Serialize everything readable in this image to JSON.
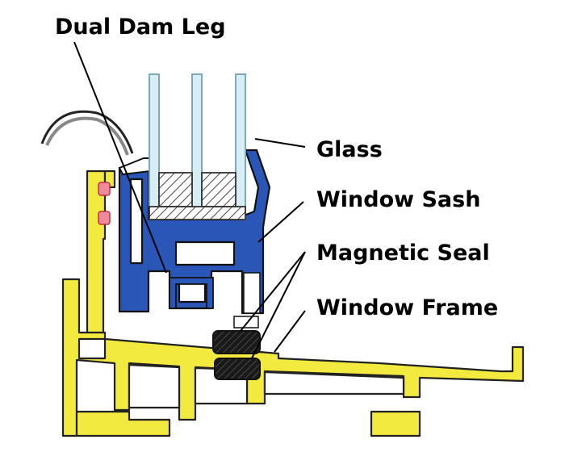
{
  "labels": {
    "dual_dam_leg": "Dual Dam Leg",
    "glass": "Glass",
    "window_sash": "Window Sash",
    "magnetic_seal": "Magnetic Seal",
    "window_frame": "Window Frame"
  },
  "colors": {
    "frame": "#f2ea3f",
    "sash": "#2a56b8",
    "glass": "#d8eef6",
    "spacer": "#d9d9d9",
    "seal": "#222222",
    "gasket": "#e05a6e",
    "line": "#000000"
  }
}
